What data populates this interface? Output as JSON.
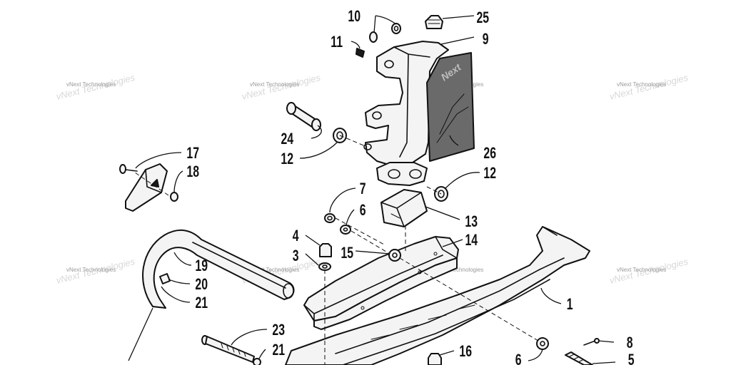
{
  "diagram": {
    "callouts": [
      {
        "id": "c1",
        "label": "1"
      },
      {
        "id": "c3",
        "label": "3"
      },
      {
        "id": "c4",
        "label": "4"
      },
      {
        "id": "c5",
        "label": "5"
      },
      {
        "id": "c6a",
        "label": "6"
      },
      {
        "id": "c6b",
        "label": "6"
      },
      {
        "id": "c7",
        "label": "7"
      },
      {
        "id": "c8",
        "label": "8"
      },
      {
        "id": "c9",
        "label": "9"
      },
      {
        "id": "c10",
        "label": "10"
      },
      {
        "id": "c11",
        "label": "11"
      },
      {
        "id": "c12a",
        "label": "12"
      },
      {
        "id": "c12b",
        "label": "12"
      },
      {
        "id": "c13",
        "label": "13"
      },
      {
        "id": "c14",
        "label": "14"
      },
      {
        "id": "c15",
        "label": "15"
      },
      {
        "id": "c16",
        "label": "16"
      },
      {
        "id": "c17",
        "label": "17"
      },
      {
        "id": "c18",
        "label": "18"
      },
      {
        "id": "c19",
        "label": "19"
      },
      {
        "id": "c20",
        "label": "20"
      },
      {
        "id": "c21a",
        "label": "21"
      },
      {
        "id": "c21b",
        "label": "21"
      },
      {
        "id": "c23",
        "label": "23"
      },
      {
        "id": "c24",
        "label": "24"
      },
      {
        "id": "c25",
        "label": "25"
      },
      {
        "id": "c26",
        "label": "26"
      }
    ],
    "watermark": "vNext Technologies",
    "decal_text": "Next"
  },
  "colors": {
    "line": "#111111",
    "part_fill": "#f4f4f4",
    "decal_fill": "#6a6a6a",
    "watermark": "#9a9a9a"
  }
}
